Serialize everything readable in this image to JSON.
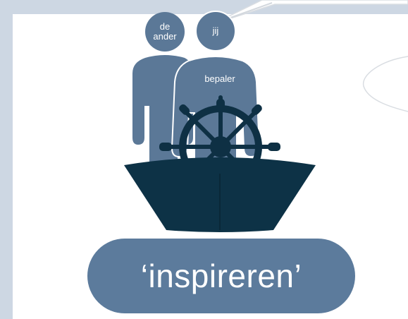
{
  "figures": {
    "other_label": "de ander",
    "self_label": "jij",
    "body_label": "bepaler"
  },
  "badge": {
    "text": "‘inspireren’"
  },
  "colors": {
    "figure": "#5b7897",
    "boat": "#0d3246",
    "wheel": "#0e3044",
    "badge": "#5c7b9c",
    "background_frame": "#cdd7e3",
    "bubble_stroke": "#d9dde2"
  }
}
